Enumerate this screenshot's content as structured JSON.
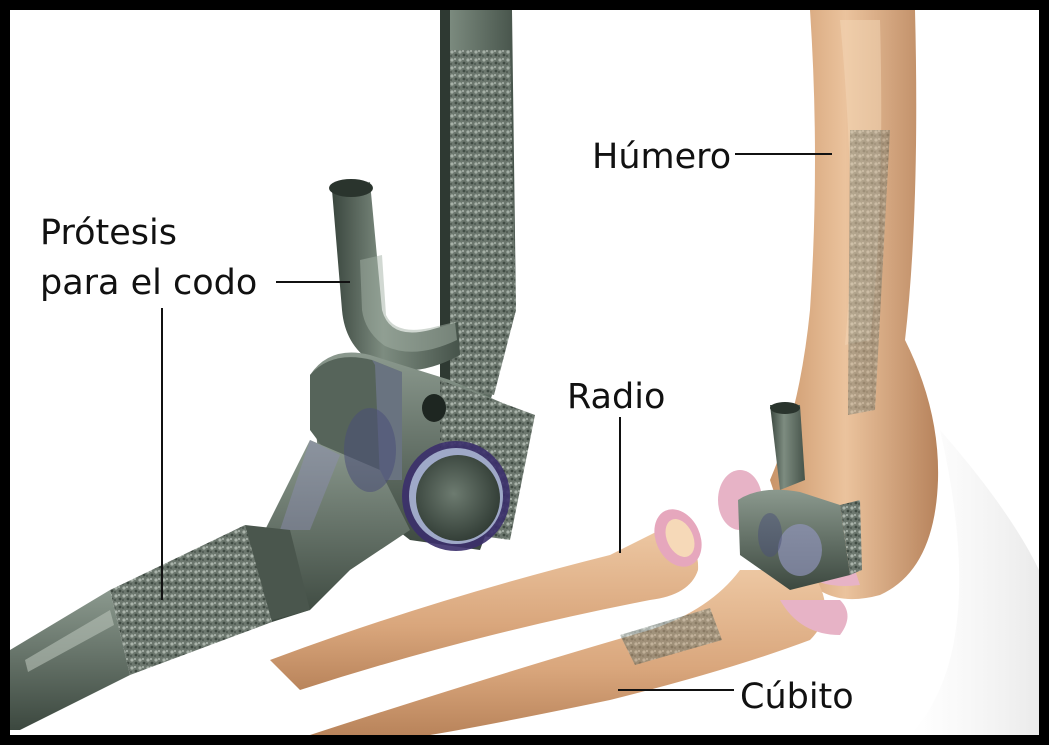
{
  "labels": {
    "protesis_line1": "Prótesis",
    "protesis_line2": "para el codo",
    "humero": "Húmero",
    "radio": "Radio",
    "cubito": "Cúbito"
  },
  "colors": {
    "frame": "#000000",
    "background": "#ffffff",
    "bone": "#e2b48c",
    "bone_shadow": "#b98660",
    "metal": "#5b6a5e",
    "metal_dark": "#37433b",
    "metal_light": "#9aa79c",
    "cartilage": "#e7b3c6",
    "leader_line": "#111111"
  }
}
